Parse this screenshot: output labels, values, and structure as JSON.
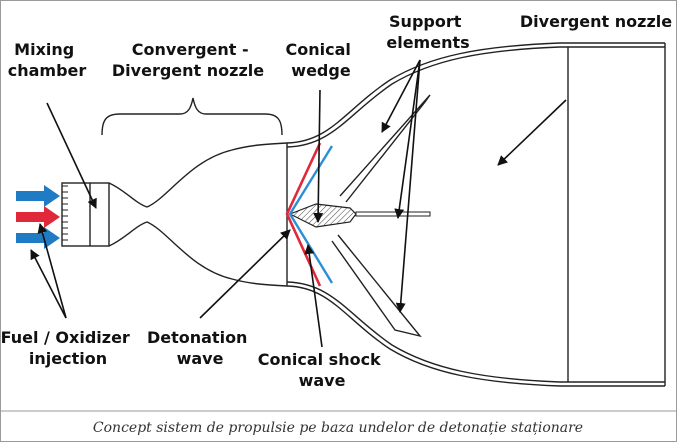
{
  "labels": {
    "mixing_chamber": [
      "Mixing",
      "chamber"
    ],
    "cd_nozzle": [
      "Convergent -",
      "Divergent nozzle"
    ],
    "conical_wedge": [
      "Conical",
      "wedge"
    ],
    "support_elements": [
      "Support",
      "elements"
    ],
    "divergent_nozzle": "Divergent nozzle",
    "fuel_injection": [
      "Fuel / Oxidizer",
      "injection"
    ],
    "detonation_wave": [
      "Detonation",
      "wave"
    ],
    "conical_shock": [
      "Conical shock",
      "wave"
    ]
  },
  "caption": "Concept sistem de propulsie pe baza undelor de detonație staționare",
  "colors": {
    "fuel_arrow": "#1e7bc4",
    "oxidizer_arrow": "#e0283a",
    "detonation_wave": "#e0283a",
    "shock_wave": "#2a8fd4",
    "border": "#9a9a9a",
    "caption_bg": "#ffffff"
  }
}
